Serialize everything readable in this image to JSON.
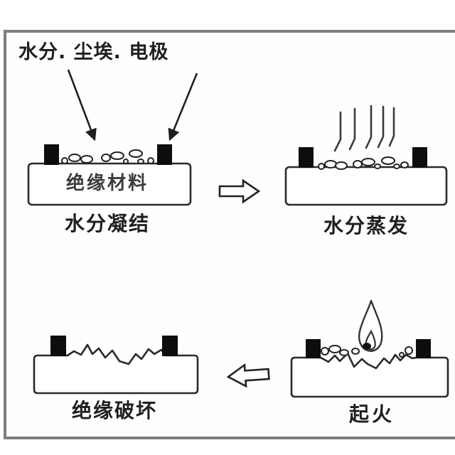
{
  "diagram": {
    "annotation_label": "水分. 尘埃. 电极",
    "panels": [
      {
        "key": "condensation",
        "caption": "水分凝结",
        "board_label": "绝缘材料"
      },
      {
        "key": "evaporation",
        "caption": "水分蒸发"
      },
      {
        "key": "breakdown",
        "caption": "绝缘破坏"
      },
      {
        "key": "fire",
        "caption": "起火"
      }
    ],
    "flow_arrows": [
      {
        "between": "condensation-to-evaporation",
        "direction": "right"
      },
      {
        "between": "fire-to-breakdown",
        "direction": "left"
      }
    ],
    "colors": {
      "ink": "#1f1f1f",
      "electrode": "#0d0d0d",
      "frame": "#7e7e7e",
      "background": "#ffffff"
    }
  }
}
